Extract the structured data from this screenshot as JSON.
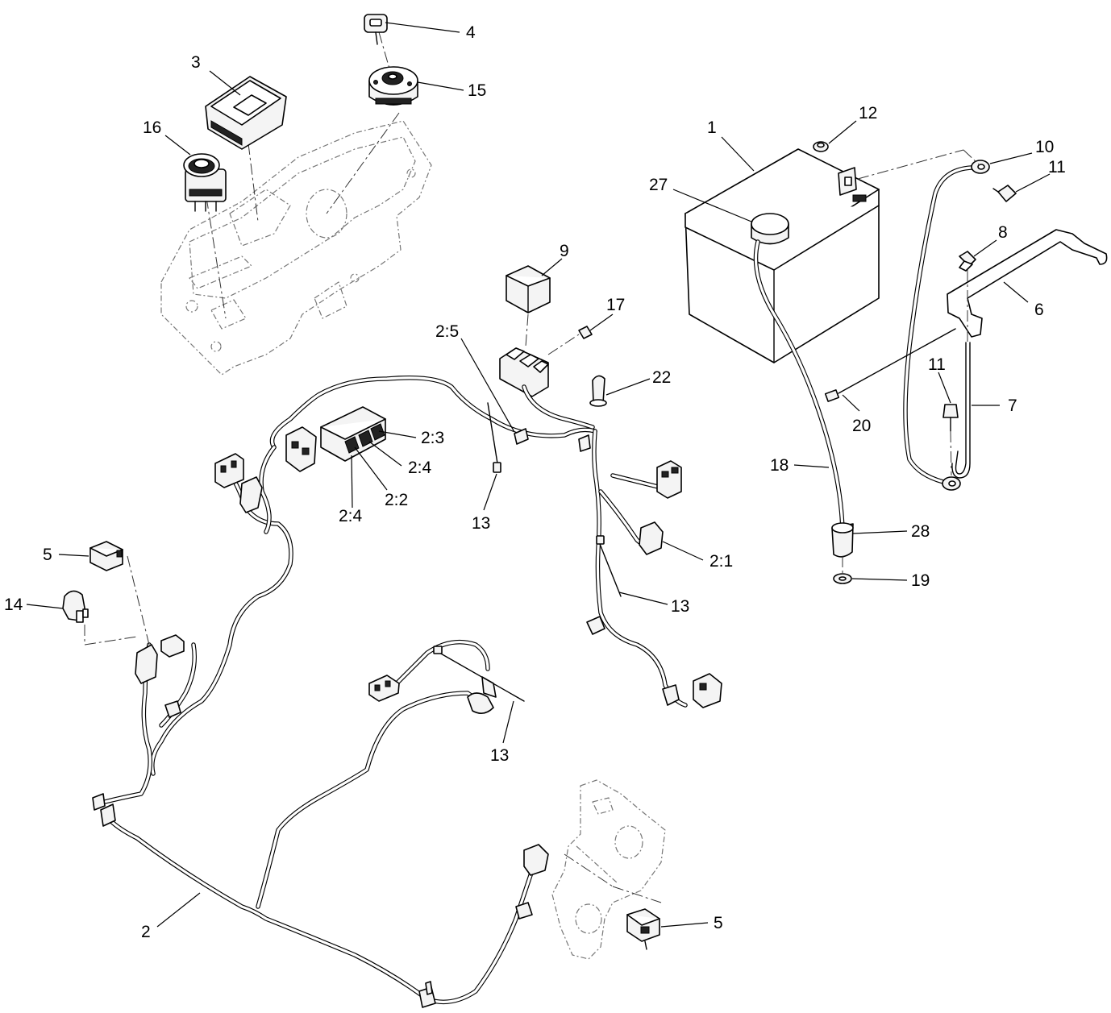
{
  "callouts": {
    "c1": "1",
    "c2": "2",
    "c2_1": "2:1",
    "c2_2": "2:2",
    "c2_3": "2:3",
    "c2_4a": "2:4",
    "c2_4b": "2:4",
    "c2_5": "2:5",
    "c3": "3",
    "c4": "4",
    "c5a": "5",
    "c5b": "5",
    "c6": "6",
    "c7": "7",
    "c8": "8",
    "c9": "9",
    "c10": "10",
    "c11a": "11",
    "c11b": "11",
    "c12": "12",
    "c13a": "13",
    "c13b": "13",
    "c13c": "13",
    "c14": "14",
    "c15": "15",
    "c16": "16",
    "c17": "17",
    "c18": "18",
    "c19": "19",
    "c20": "20",
    "c22": "22",
    "c27": "27",
    "c28": "28"
  }
}
